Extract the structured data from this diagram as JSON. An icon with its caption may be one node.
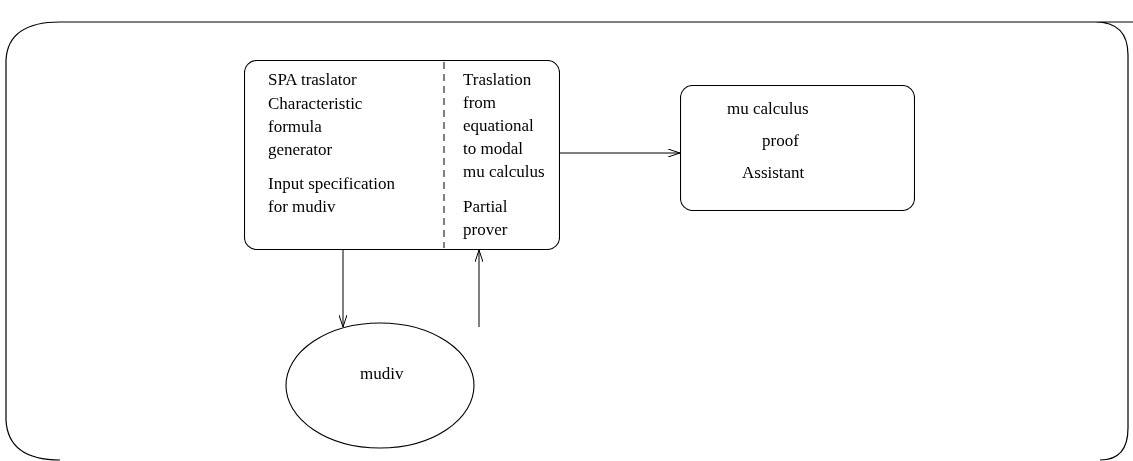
{
  "diagram": {
    "nodes": [
      {
        "text": [
          "SPA traslator",
          "Characteristic formula generator",
          "Input specification for mudiv",
          "Traslation from equational",
          "to modal mu calculus",
          "Partial prover"
        ]
      },
      {
        "text": [
          "mu calculus",
          "proof",
          "Assistant"
        ]
      },
      {
        "text": [
          "mudiv"
        ]
      }
    ],
    "edges": [
      {
        "from": 0,
        "to": 1,
        "arrow": "to"
      },
      {
        "from": 0,
        "to": 2,
        "arrow": "to"
      },
      {
        "from": 2,
        "to": 0,
        "arrow": "to"
      }
    ]
  }
}
